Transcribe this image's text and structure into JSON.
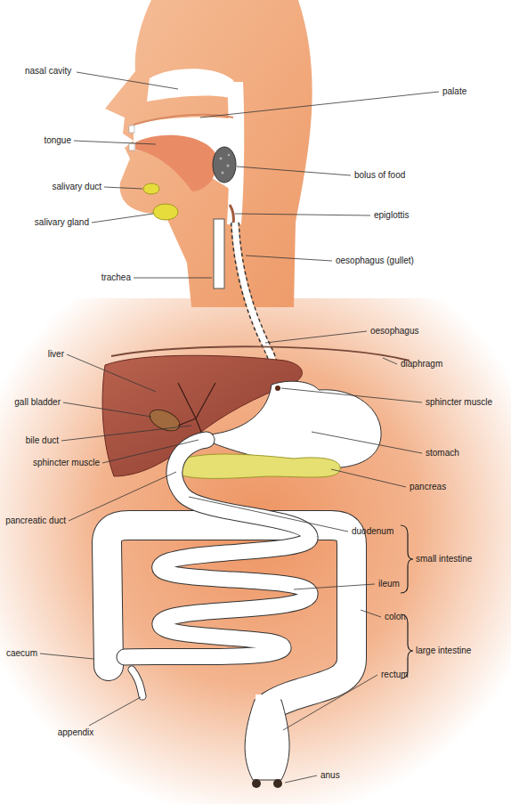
{
  "diagram": {
    "labels": [
      "nasal cavity",
      "palate",
      "tongue",
      "bolus of food",
      "salivary duct",
      "epiglottis",
      "salivary gland",
      "oesophagus (gullet)",
      "trachea",
      "oesophagus",
      "liver",
      "diaphragm",
      "gall bladder",
      "sphincter muscle",
      "bile duct",
      "stomach",
      "sphincter muscle",
      "pancreas",
      "pancreatic duct",
      "duodenum",
      "small intestine",
      "ileum",
      "colon",
      "caecum",
      "large intestine",
      "rectum",
      "appendix",
      "anus"
    ]
  }
}
